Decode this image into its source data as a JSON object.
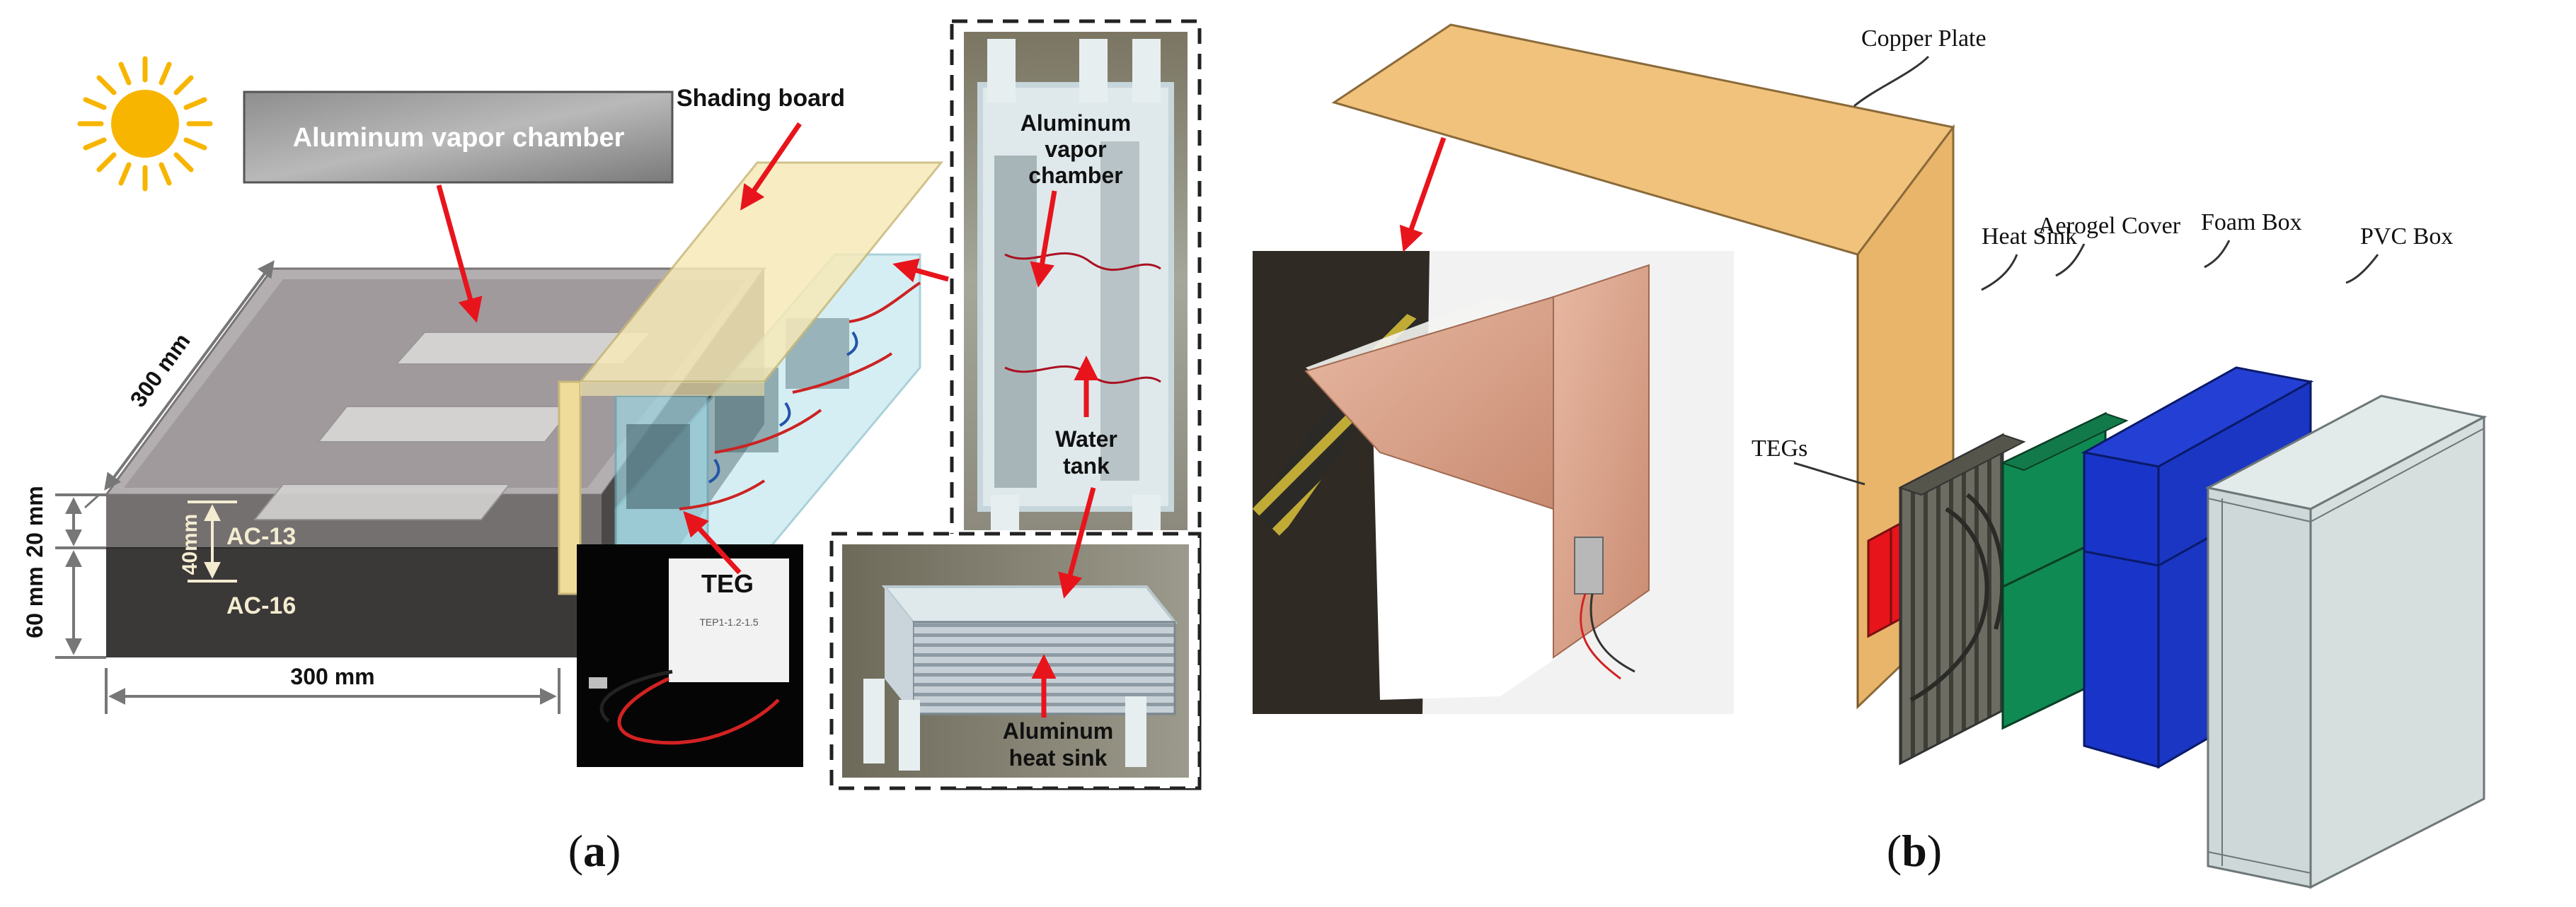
{
  "panel_a": {
    "caption_open": "(",
    "caption_letter": "a",
    "caption_close": ")",
    "labels": {
      "aluminum_vapor_chamber_plate": "Aluminum vapor chamber",
      "shading_board": "Shading board",
      "dim_top": "300 mm",
      "dim_bottom": "300 mm",
      "dim_20": "20 mm",
      "dim_60": "60 mm",
      "dim_40": "40mm",
      "layer_ac13": "AC-13",
      "layer_ac16": "AC-16",
      "teg": "TEG",
      "teg_model": "TEP1-1.2-1.5",
      "photo_chamber_line1": "Aluminum",
      "photo_chamber_line2": "vapor",
      "photo_chamber_line3": "chamber",
      "photo_water_line1": "Water",
      "photo_water_line2": "tank",
      "photo_sink_line1": "Aluminum",
      "photo_sink_line2": "heat sink"
    }
  },
  "panel_b": {
    "caption_open": "(",
    "caption_letter": "b",
    "caption_close": ")",
    "labels": {
      "copper_plate": "Copper Plate",
      "heat_sink": "Heat Sink",
      "aerogel_cover": "Aerogel Cover",
      "foam_box": "Foam Box",
      "pvc_box": "PVC Box",
      "tegs": "TEGs"
    }
  },
  "colors": {
    "arrow_red": "#e8141c",
    "sun": "#f7b500",
    "asphalt_dark": "#3b3838",
    "copper_plate": "#f0c27b",
    "aerogel_green": "#0f8a52",
    "foam_blue": "#1934c8",
    "pvc_gray": "#cfd8d8"
  }
}
